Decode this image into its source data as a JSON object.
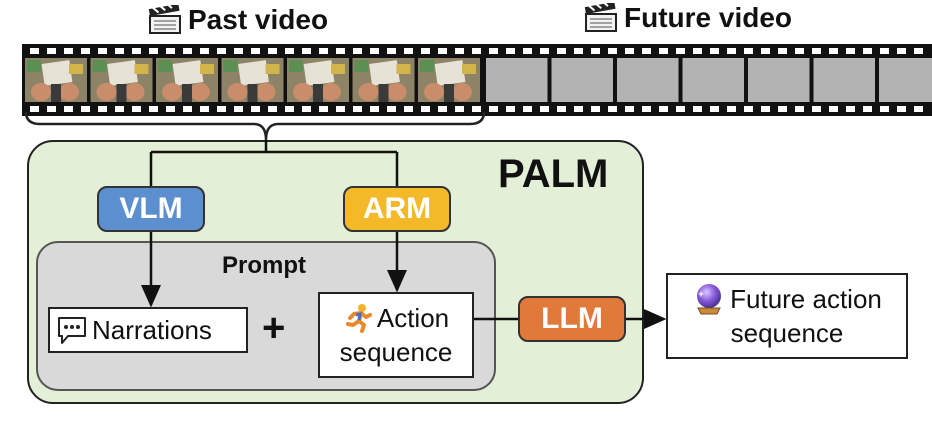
{
  "header": {
    "past_title": "Past video",
    "future_title": "Future video"
  },
  "film": {
    "past_frames": 7,
    "future_frames": 6
  },
  "palm": {
    "title": "PALM",
    "prompt_title": "Prompt"
  },
  "models": {
    "vlm": "VLM",
    "arm": "ARM",
    "llm": "LLM"
  },
  "boxes": {
    "narrations": "Narrations",
    "action_line1": "Action",
    "action_line2": "sequence",
    "plus": "+",
    "future_line1": "Future action",
    "future_line2": "sequence"
  },
  "icons": [
    "clapperboard-icon",
    "speech-bubble-icon",
    "running-person-icon",
    "crystal-ball-icon"
  ],
  "colors": {
    "vlm": "#5b8fcf",
    "arm": "#f3b928",
    "llm": "#e1793a",
    "palm_bg": "#e3efd6",
    "prompt_bg": "#d9d9d9"
  }
}
